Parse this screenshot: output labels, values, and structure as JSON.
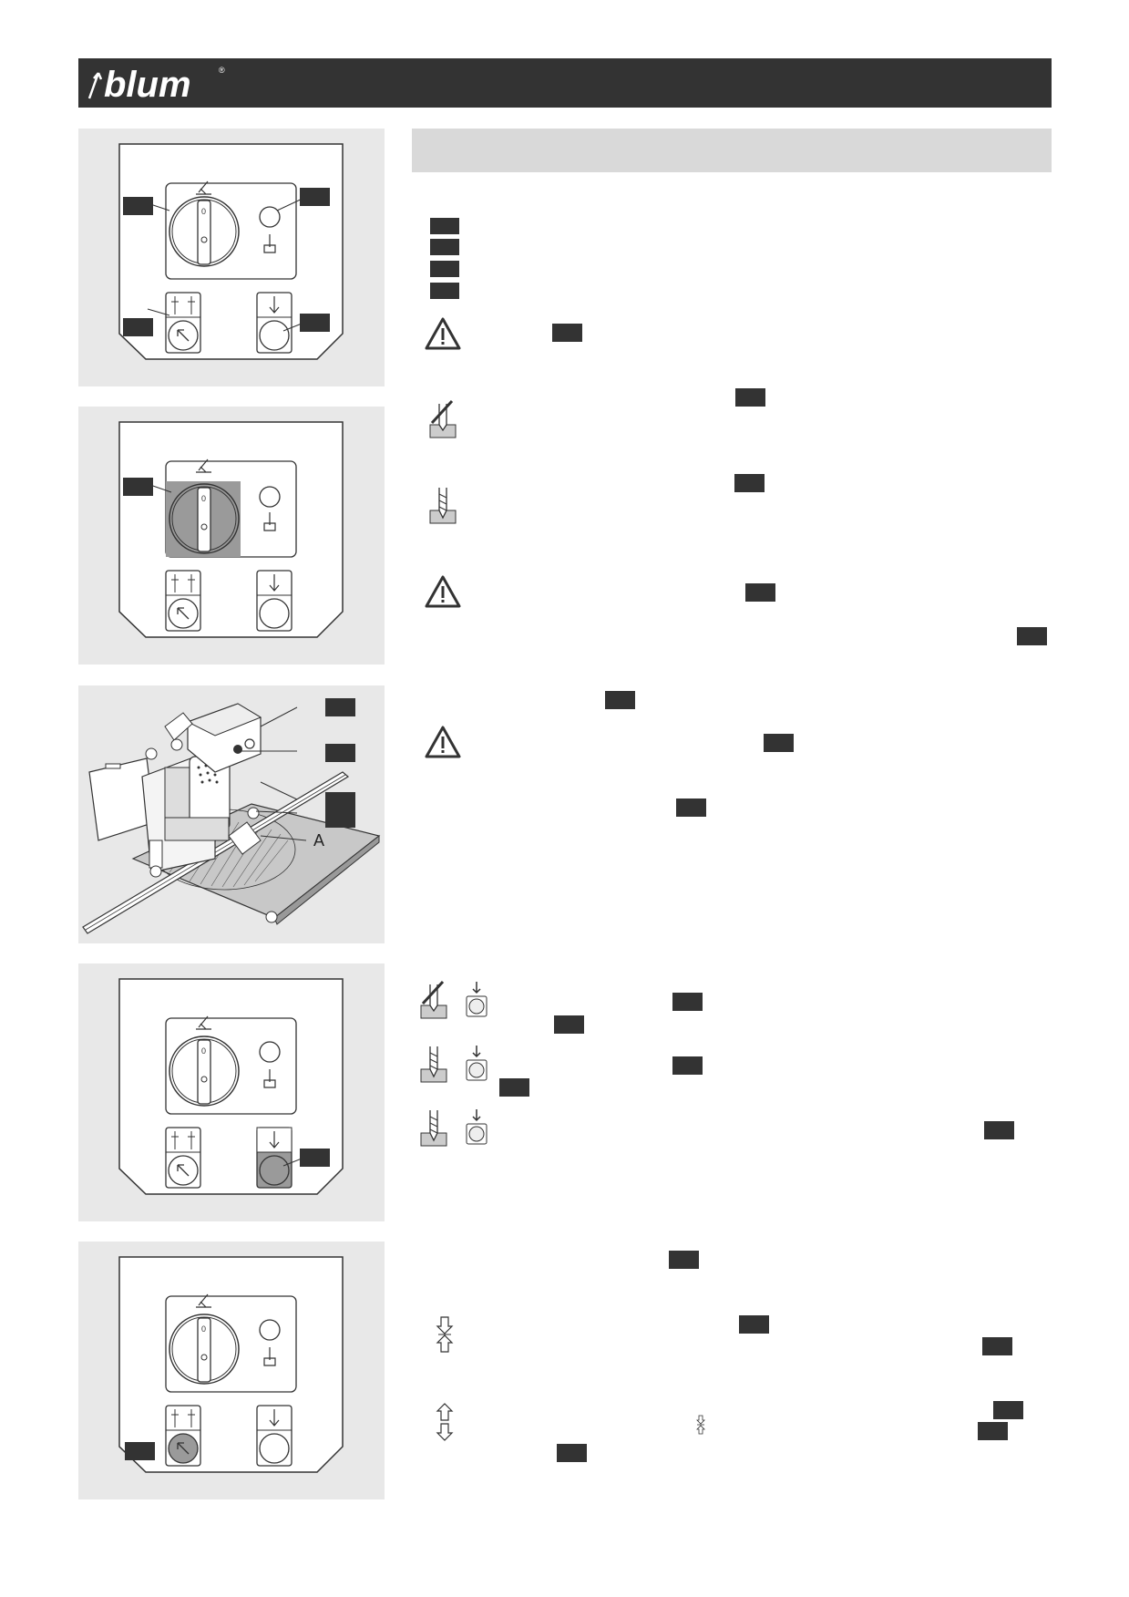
{
  "header": {
    "brand": "blum",
    "registered_mark": "®"
  },
  "panels": [
    {
      "id": "panel-1",
      "description_icons": [
        "drill-off-icon",
        "drill-on-icon",
        "feed-icon",
        "down-arrow-icon"
      ]
    },
    {
      "id": "panel-2"
    },
    {
      "id": "panel-3",
      "callout_letter": "A"
    },
    {
      "id": "panel-4"
    },
    {
      "id": "panel-5"
    }
  ],
  "icons": {
    "warning": "warning-triangle-icon",
    "drill_blocked": "drill-blocked-icon",
    "drill_active": "drill-active-icon",
    "press_button": "press-button-icon",
    "clamp_in": "clamp-in-icon",
    "clamp_out": "clamp-out-icon"
  },
  "colors": {
    "header_bg": "#333333",
    "panel_bg": "#e8e8e8",
    "title_bar_bg": "#d9d9d9",
    "highlight": "#9a9a9a",
    "ref_box": "#333333"
  }
}
